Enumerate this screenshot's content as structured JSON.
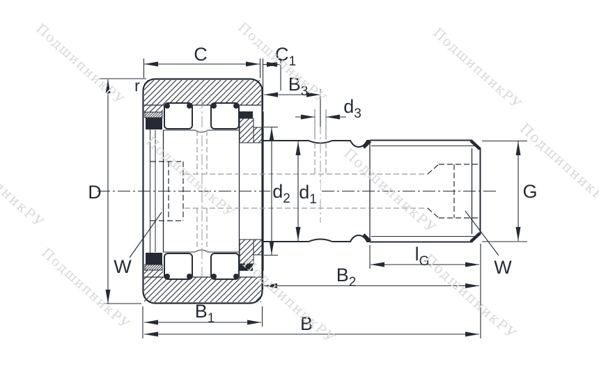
{
  "watermark": {
    "text": "ПодшипникРУ",
    "color": "#d9d9d9"
  },
  "drawing": {
    "type": "cam-follower-bearing-cross-section",
    "line_color": "#252b35",
    "hidden_line_color": "#9a9a9a",
    "dims": {
      "C": {
        "t": "C",
        "s": ""
      },
      "C1": {
        "t": "C",
        "s": "1"
      },
      "B3": {
        "t": "B",
        "s": "3"
      },
      "d3": {
        "t": "d",
        "s": "3"
      },
      "r": {
        "t": "r",
        "s": ""
      },
      "D": {
        "t": "D",
        "s": ""
      },
      "d2": {
        "t": "d",
        "s": "2"
      },
      "d1": {
        "t": "d",
        "s": "1"
      },
      "G": {
        "t": "G",
        "s": ""
      },
      "lG": {
        "t": "l",
        "s": "G"
      },
      "B2": {
        "t": "B",
        "s": "2"
      },
      "B1": {
        "t": "B",
        "s": "1"
      },
      "B": {
        "t": "B",
        "s": ""
      },
      "W_left": {
        "t": "W",
        "s": ""
      },
      "W_right": {
        "t": "W",
        "s": ""
      }
    }
  }
}
